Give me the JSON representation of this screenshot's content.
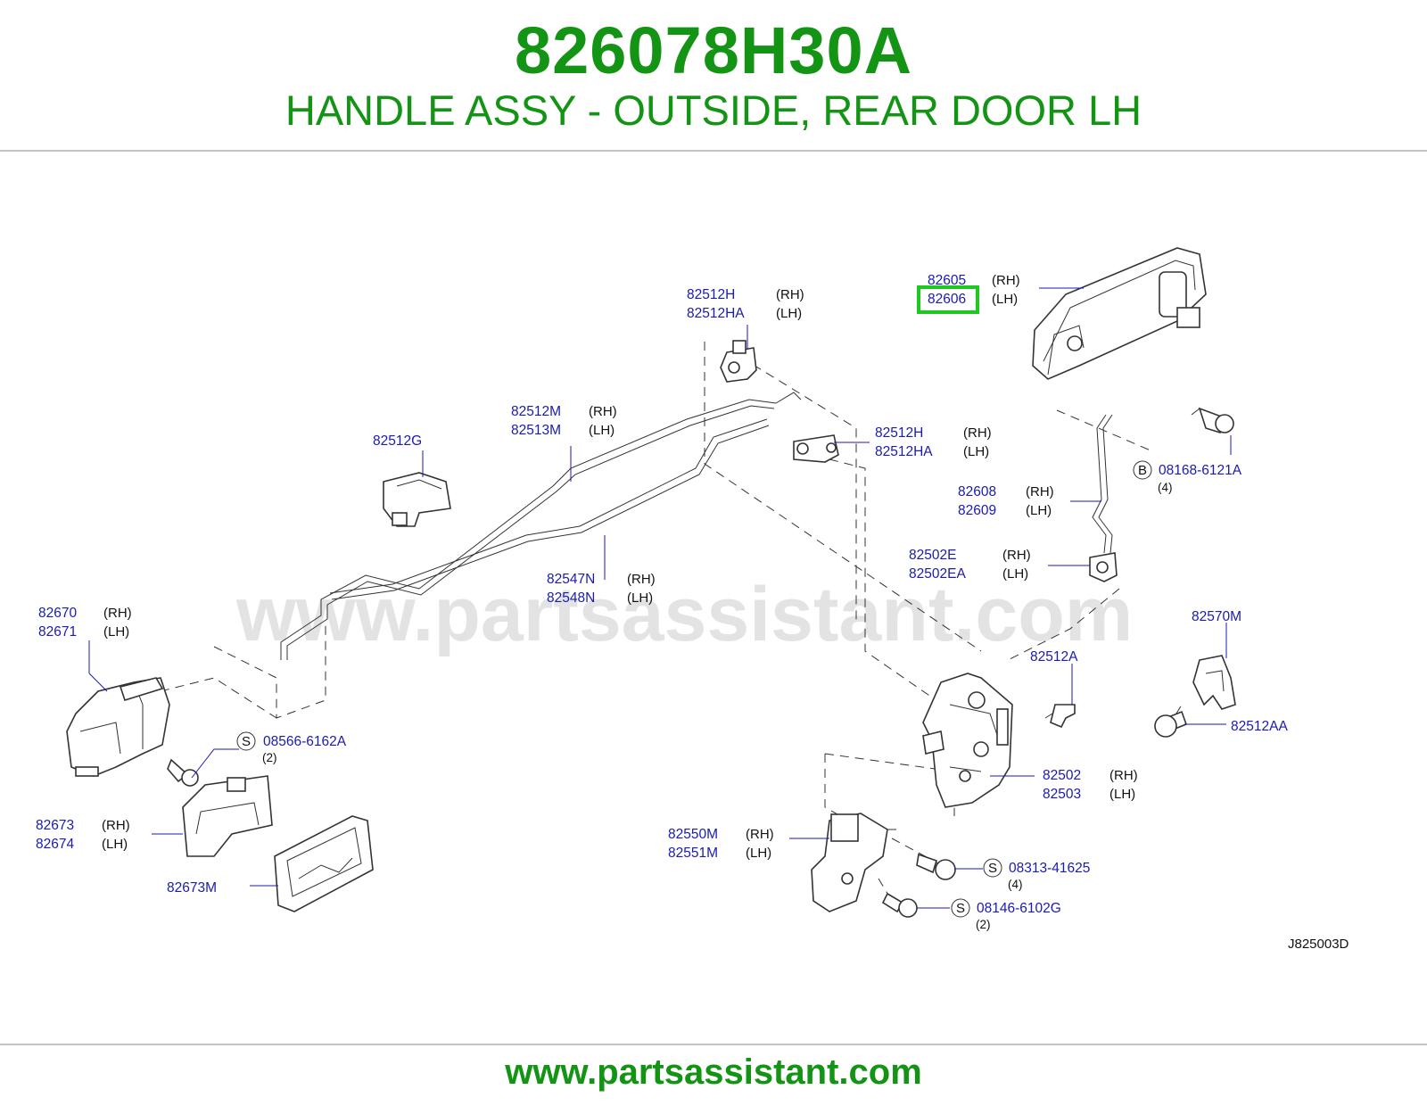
{
  "header": {
    "part_number": "826078H30A",
    "description": "HANDLE ASSY - OUTSIDE, REAR DOOR LH"
  },
  "footer": {
    "site": "www.partsassistant.com"
  },
  "diagram": {
    "watermark": "www.partsassistant.com",
    "code": "J825003D",
    "highlighted_part": "82606",
    "highlight_color": "#1ec81e",
    "labels": {
      "p82605": "82605",
      "s82605": "(RH)",
      "p82606": "82606",
      "s82606": "(LH)",
      "p82512H_a": "82512H",
      "s82512H_a": "(RH)",
      "p82512HA_a": "82512HA",
      "s82512HA_a": "(LH)",
      "p82512M": "82512M",
      "s82512M": "(RH)",
      "p82513M": "82513M",
      "s82513M": "(LH)",
      "p82512G": "82512G",
      "p82512H_b": "82512H",
      "s82512H_b": "(RH)",
      "p82512HA_b": "82512HA",
      "s82512HA_b": "(LH)",
      "p08168": "08168-6121A",
      "m08168": "B",
      "q08168": "(4)",
      "p82608": "82608",
      "s82608": "(RH)",
      "p82609": "82609",
      "s82609": "(LH)",
      "p82502E": "82502E",
      "s82502E": "(RH)",
      "p82502EA": "82502EA",
      "s82502EA": "(LH)",
      "p82547N": "82547N",
      "s82547N": "(RH)",
      "p82548N": "82548N",
      "s82548N": "(LH)",
      "p82670": "82670",
      "s82670": "(RH)",
      "p82671": "82671",
      "s82671": "(LH)",
      "p82570M": "82570M",
      "p82512A": "82512A",
      "p82512AA": "82512AA",
      "p08566": "08566-6162A",
      "m08566": "S",
      "q08566": "(2)",
      "p82502": "82502",
      "s82502": "(RH)",
      "p82503": "82503",
      "s82503": "(LH)",
      "p82673": "82673",
      "s82673": "(RH)",
      "p82674": "82674",
      "s82674": "(LH)",
      "p82673M": "82673M",
      "p82550M": "82550M",
      "s82550M": "(RH)",
      "p82551M": "82551M",
      "s82551M": "(LH)",
      "p08313": "08313-41625",
      "m08313": "S",
      "q08313": "(4)",
      "p08146": "08146-6102G",
      "m08146": "S",
      "q08146": "(2)"
    }
  }
}
